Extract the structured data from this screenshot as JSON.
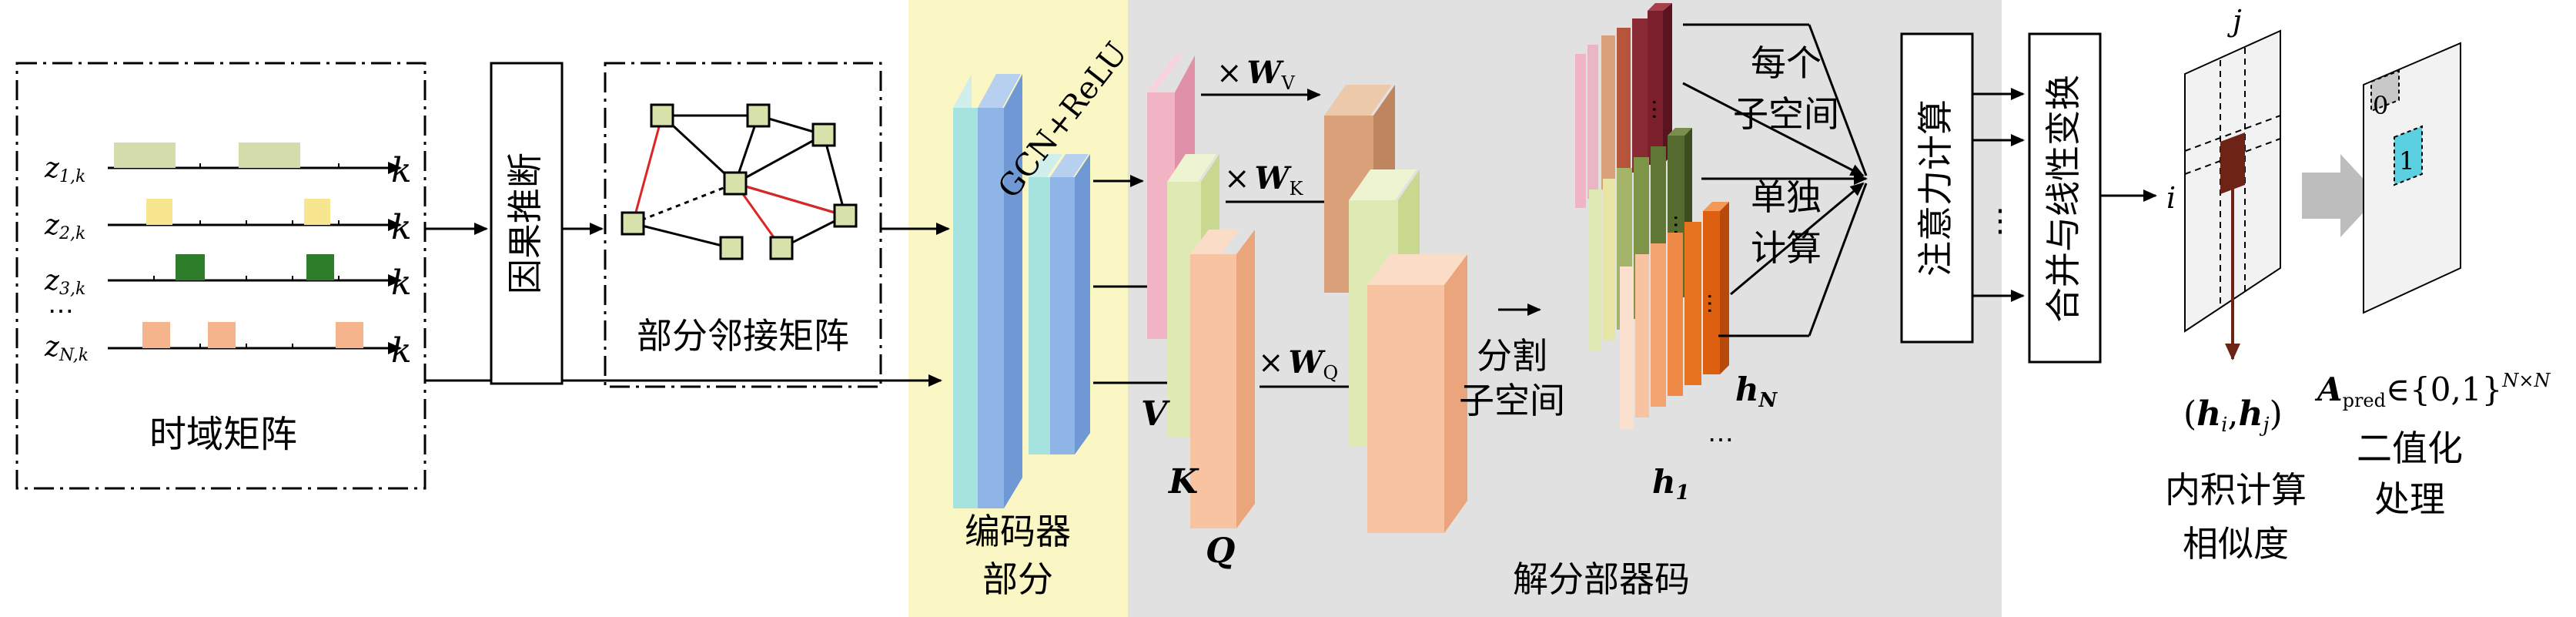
{
  "colors": {
    "encoder_bg": "#fbf7c4",
    "decoder_bg": "#e1e1e1",
    "pulse_z1": "#d3dcaa",
    "pulse_z2": "#f7e58f",
    "pulse_z3": "#2e7d2a",
    "pulse_zN": "#f5b48c",
    "node_fill": "#d6e2a9",
    "red_edge": "#dc2626",
    "cyan_layer": "#a6e3df",
    "blue_layer": "#8fb4e6",
    "pink_block": "#f2b3c5",
    "light_green_block": "#dfe9b3",
    "peach_block": "#f7c3a1",
    "brown_block": "#d9a07a",
    "dark_red_block": "#7a1f2b",
    "olive_block": "#556b2f",
    "orange_block": "#e8731f",
    "cell_dark": "#6d2417",
    "cell_cyan": "#5ad0e0",
    "grey_arrow": "#bdbdbd"
  },
  "time_domain": {
    "rows": [
      {
        "var": "z",
        "sub": "1,k"
      },
      {
        "var": "z",
        "sub": "2,k"
      },
      {
        "var": "z",
        "sub": "3,k"
      },
      {
        "var": "z",
        "sub": "N,k"
      }
    ],
    "dots": "⋯",
    "axis_label": "k",
    "caption": "时域矩阵"
  },
  "causal_box": "因果推断",
  "graph_caption": "部分邻接矩阵",
  "encoder": {
    "layer_label": "GCN+ReLU",
    "caption_line1": "编码器",
    "caption_line2": "部分"
  },
  "decoder": {
    "caption": "解分部器码",
    "v_label": "V",
    "k_label": "K",
    "q_label": "Q",
    "times": "×",
    "w_symbol": "W",
    "wv_sub": "V",
    "wk_sub": "K",
    "wq_sub": "Q",
    "split_line1": "分割",
    "split_line2": "子空间",
    "h_symbol": "h",
    "hN_sub": "N",
    "h1_sub": "1",
    "dots": "⋯",
    "subspace_line1": "每个",
    "subspace_line2": "子空间",
    "subspace_line3": "单独",
    "subspace_line4": "计算"
  },
  "attention_box": "注意力计算",
  "merge_box": "合并与线性变换",
  "merge_dots": "⋮",
  "similarity": {
    "i_label": "i",
    "j_label": "j",
    "pair_open": "(",
    "pair_h": "h",
    "pair_i": "i",
    "pair_comma": ",",
    "pair_j": "j",
    "pair_close": ")",
    "caption_line1": "内积计算",
    "caption_line2": "相似度"
  },
  "binarize": {
    "cell0": "0",
    "cell1": "1",
    "a_symbol": "A",
    "a_sub": "pred",
    "set_text": "∈{0,1}",
    "sup_text": "N×N",
    "caption_line1": "二值化",
    "caption_line2": "处理"
  }
}
